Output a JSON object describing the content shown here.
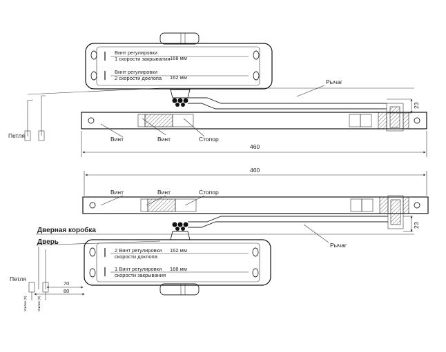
{
  "top": {
    "screw1": {
      "line1": "Винт регулировки",
      "line2": "1 скорости закрывания",
      "dim": "168 мм"
    },
    "screw2": {
      "line1": "Винт регулировки",
      "line2": "2 скорости доклопа",
      "dim": "162 мм"
    },
    "lever": "Рычаг",
    "vint_a": "Винт",
    "vint_b": "Винт",
    "stopor": "Стопор",
    "dim_total": "460",
    "dim_23": "23",
    "hinge": "Петля"
  },
  "bottom": {
    "dim_total": "460",
    "vint_a": "Винт",
    "vint_b": "Винт",
    "stopor": "Стопор",
    "dim_23": "23",
    "frame": "Дверная коробка",
    "door": "Дверь",
    "lever": "Рычаг",
    "screw2": {
      "line1": "2 Винт регулировки",
      "line2": "скорости доклопа",
      "dim": "162 мм"
    },
    "screw1": {
      "line1": "1 Винт регулировки",
      "line2": "скорости закрывания",
      "dim": "168 мм"
    },
    "hinge": "Петля",
    "dim_70": "70",
    "dim_80": "80",
    "tag_a": "Усилие (N)",
    "tag_b": "Усилие (N)"
  }
}
